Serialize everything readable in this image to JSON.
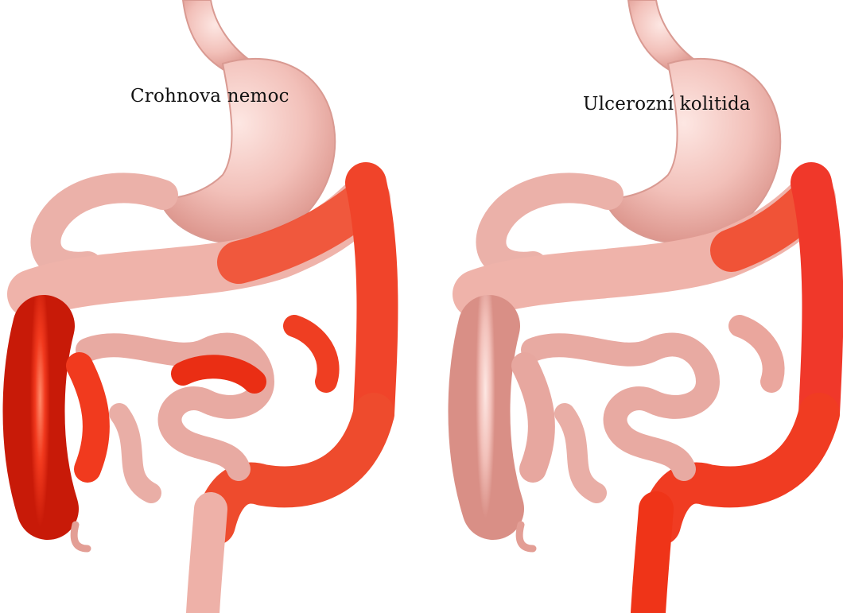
{
  "panels": [
    {
      "title": "Crohnova nemoc",
      "highlight": "ascending-colon, terminal-ileum, small-intestine-patches, descending-and-sigmoid-colon"
    },
    {
      "title": "Ulcerozní kolitida",
      "highlight": "descending-colon, sigmoid-colon, rectum"
    }
  ],
  "colors": {
    "healthy_tissue": "#efb6ae",
    "healthy_light": "#fbe3df",
    "inflamed_tissue": "#f23a1e",
    "inflamed_dark": "#d9200c"
  }
}
